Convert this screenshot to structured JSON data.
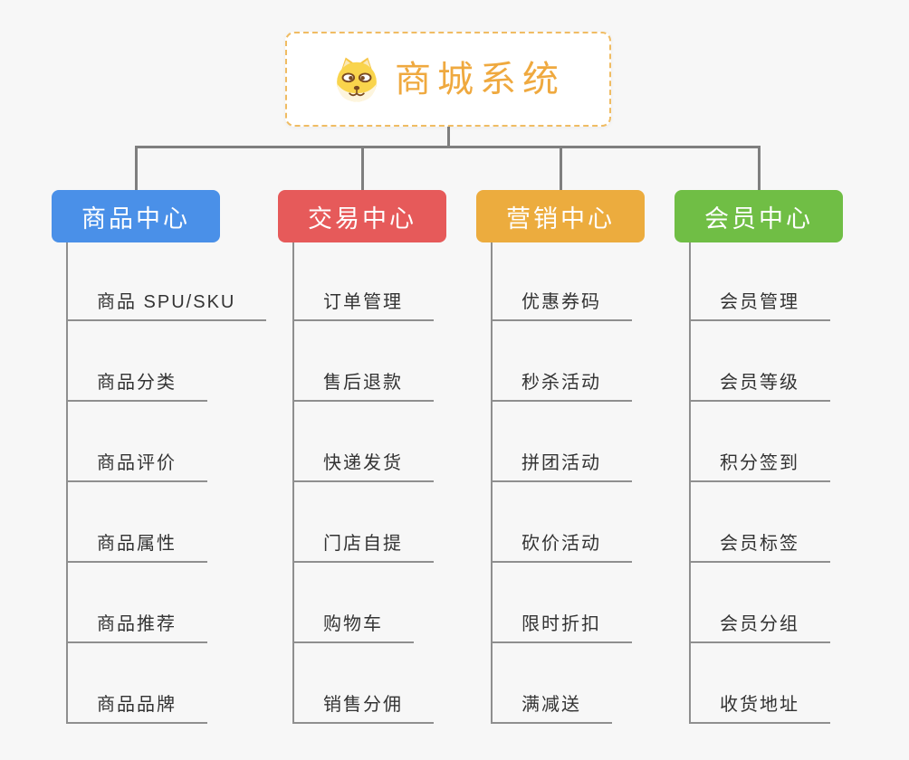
{
  "root": {
    "title": "商城系统",
    "icon": "dog-face-icon"
  },
  "colors": {
    "background": "#f7f7f7",
    "connector": "#7f7f7f",
    "underline": "#8f8f8f",
    "leaf_text": "#333333",
    "root_border": "#f0bc63",
    "root_title": "#efa93f"
  },
  "branches": [
    {
      "label": "商品中心",
      "color": "#4a90e8",
      "items": [
        "商品 SPU/SKU",
        "商品分类",
        "商品评价",
        "商品属性",
        "商品推荐",
        "商品品牌"
      ]
    },
    {
      "label": "交易中心",
      "color": "#e65a5a",
      "items": [
        "订单管理",
        "售后退款",
        "快递发货",
        "门店自提",
        "购物车",
        "销售分佣"
      ]
    },
    {
      "label": "营销中心",
      "color": "#ecac3e",
      "items": [
        "优惠券码",
        "秒杀活动",
        "拼团活动",
        "砍价活动",
        "限时折扣",
        "满减送"
      ]
    },
    {
      "label": "会员中心",
      "color": "#70be45",
      "items": [
        "会员管理",
        "会员等级",
        "积分签到",
        "会员标签",
        "会员分组",
        "收货地址"
      ]
    }
  ]
}
